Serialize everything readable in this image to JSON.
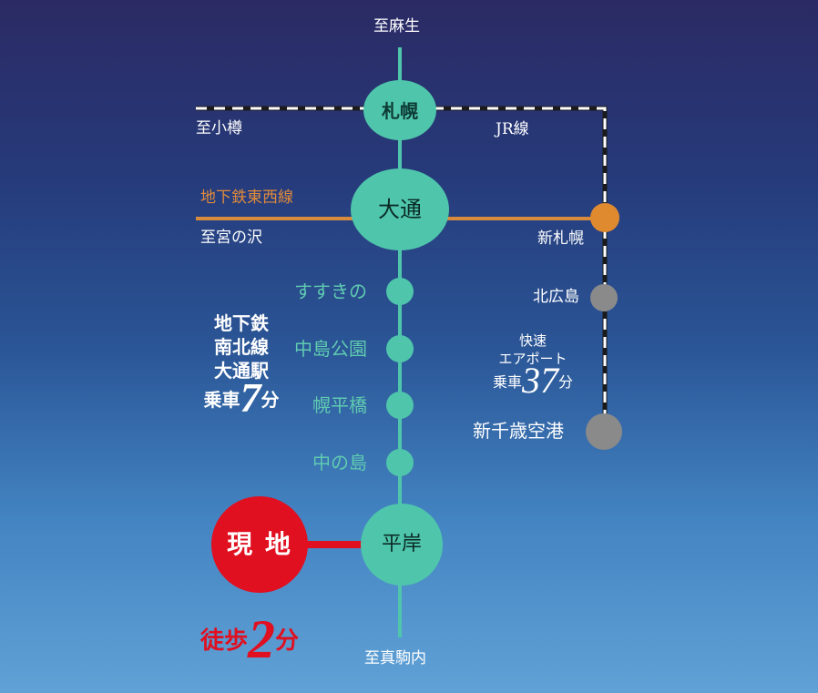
{
  "colors": {
    "subway_nanboku": "#4fc6ab",
    "subway_tozai": "#d88b3c",
    "jr_line_dash": "#ffffff",
    "jr_line_base": "#1b1b1b",
    "current_location": "#e01020",
    "jr_station": "#8a8a8a",
    "shin_sapporo_station": "#e08a30"
  },
  "terminal_labels": {
    "north": "至麻生",
    "south": "至真駒内",
    "otaru": "至小樽",
    "miyanosawa": "至宮の沢"
  },
  "lines": {
    "jr": "JR線",
    "tozai": "地下鉄東西線"
  },
  "stations": {
    "sapporo": "札幌",
    "odori": "大通",
    "susukino": "すすきの",
    "nakajima_koen": "中島公園",
    "horohirabashi": "幌平橋",
    "nakanoshima": "中の島",
    "hiragishi": "平岸",
    "shin_sapporo": "新札幌",
    "kitahiroshima": "北広島",
    "shin_chitose": "新千歳空港"
  },
  "current_location": {
    "label": "現 地",
    "walk_prefix": "徒歩",
    "walk_minutes": "2",
    "walk_suffix": "分"
  },
  "odori_info": {
    "line1": "地下鉄",
    "line2": "南北線",
    "line3": "大通駅",
    "ride_prefix": "乗車",
    "minutes": "7",
    "suffix": "分"
  },
  "airport_info": {
    "line1": "快速",
    "line2": "エアポート",
    "ride_prefix": "乗車",
    "minutes": "37",
    "suffix": "分"
  }
}
